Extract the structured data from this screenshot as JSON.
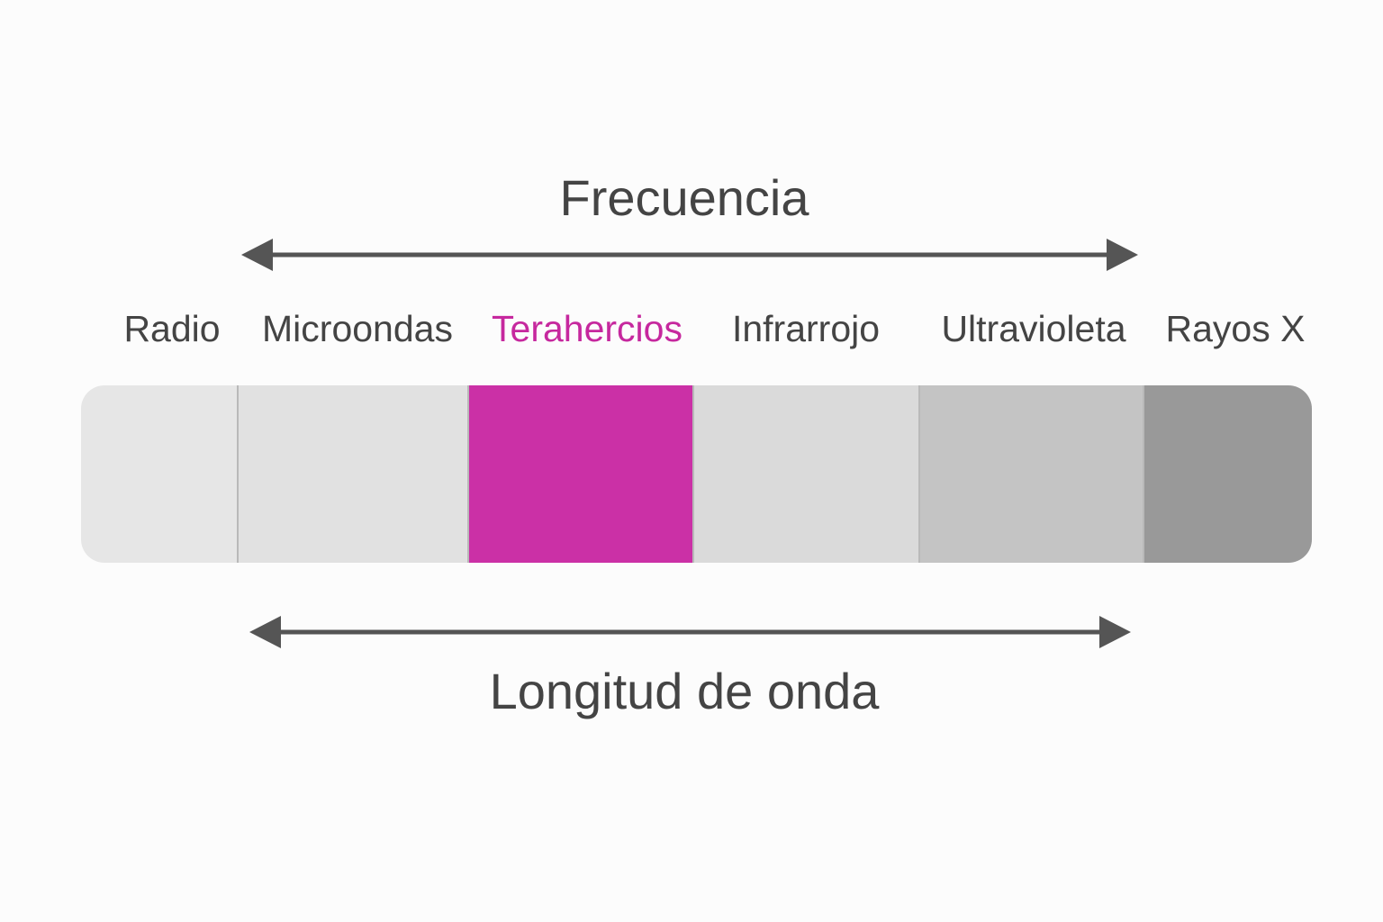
{
  "frequency_label": "Frecuencia",
  "wavelength_label": "Longitud de onda",
  "bands": [
    {
      "label": "Radio",
      "color": "#e6e6e6",
      "label_color": "#444444"
    },
    {
      "label": "Microondas",
      "color": "#e1e1e1",
      "label_color": "#444444"
    },
    {
      "label": "Terahercios",
      "color": "#cb30a6",
      "label_color": "#c6289e"
    },
    {
      "label": "Infrarrojo",
      "color": "#dadada",
      "label_color": "#444444"
    },
    {
      "label": "Ultravioleta",
      "color": "#c4c4c4",
      "label_color": "#444444"
    },
    {
      "label": "Rayos X",
      "color": "#999999",
      "label_color": "#444444"
    }
  ],
  "colors": {
    "text": "#444444",
    "arrow": "#555555",
    "highlight": "#cb30a6"
  }
}
